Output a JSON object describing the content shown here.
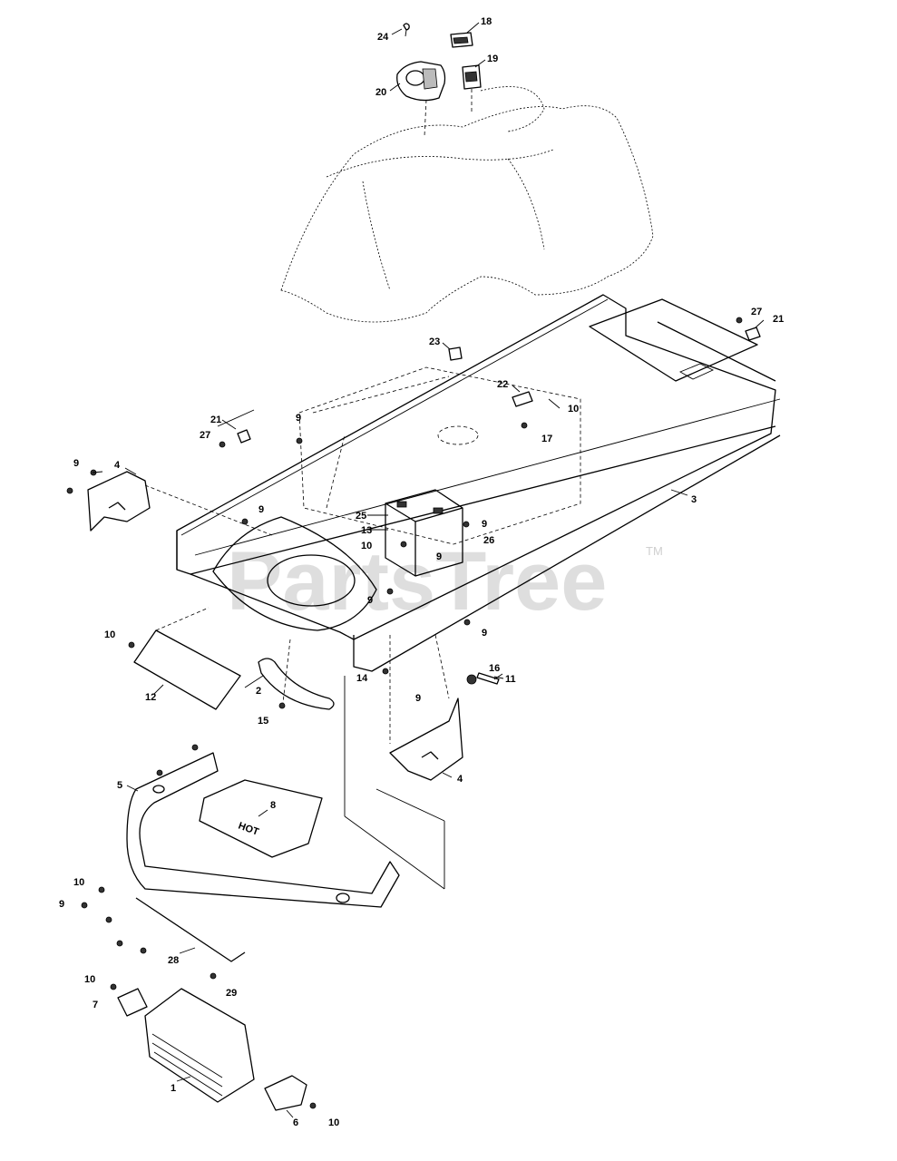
{
  "watermark": {
    "text": "PartsTree",
    "trademark": "TM"
  },
  "hot_label": "HOT",
  "callouts": [
    {
      "id": "c24",
      "label": "24"
    },
    {
      "id": "c18",
      "label": "18"
    },
    {
      "id": "c19",
      "label": "19"
    },
    {
      "id": "c20",
      "label": "20"
    },
    {
      "id": "c27a",
      "label": "27"
    },
    {
      "id": "c21a",
      "label": "21"
    },
    {
      "id": "c23",
      "label": "23"
    },
    {
      "id": "c22",
      "label": "22"
    },
    {
      "id": "c10a",
      "label": "10"
    },
    {
      "id": "c17",
      "label": "17"
    },
    {
      "id": "c21b",
      "label": "21"
    },
    {
      "id": "c27b",
      "label": "27"
    },
    {
      "id": "c9a",
      "label": "9"
    },
    {
      "id": "c9b",
      "label": "9"
    },
    {
      "id": "c4a",
      "label": "4"
    },
    {
      "id": "c9c",
      "label": "9"
    },
    {
      "id": "c3",
      "label": "3"
    },
    {
      "id": "c25",
      "label": "25"
    },
    {
      "id": "c13",
      "label": "13"
    },
    {
      "id": "c10b",
      "label": "10"
    },
    {
      "id": "c9d",
      "label": "9"
    },
    {
      "id": "c26",
      "label": "26"
    },
    {
      "id": "c9e",
      "label": "9"
    },
    {
      "id": "c9f",
      "label": "9"
    },
    {
      "id": "c9g",
      "label": "9"
    },
    {
      "id": "c10c",
      "label": "10"
    },
    {
      "id": "c12",
      "label": "12"
    },
    {
      "id": "c2",
      "label": "2"
    },
    {
      "id": "c15",
      "label": "15"
    },
    {
      "id": "c14",
      "label": "14"
    },
    {
      "id": "c9h",
      "label": "9"
    },
    {
      "id": "c16",
      "label": "16"
    },
    {
      "id": "c11",
      "label": "11"
    },
    {
      "id": "c4b",
      "label": "4"
    },
    {
      "id": "c5",
      "label": "5"
    },
    {
      "id": "c8",
      "label": "8"
    },
    {
      "id": "c10d",
      "label": "10"
    },
    {
      "id": "c9i",
      "label": "9"
    },
    {
      "id": "c28",
      "label": "28"
    },
    {
      "id": "c29",
      "label": "29"
    },
    {
      "id": "c10e",
      "label": "10"
    },
    {
      "id": "c7",
      "label": "7"
    },
    {
      "id": "c1",
      "label": "1"
    },
    {
      "id": "c6",
      "label": "6"
    },
    {
      "id": "c10f",
      "label": "10"
    }
  ]
}
